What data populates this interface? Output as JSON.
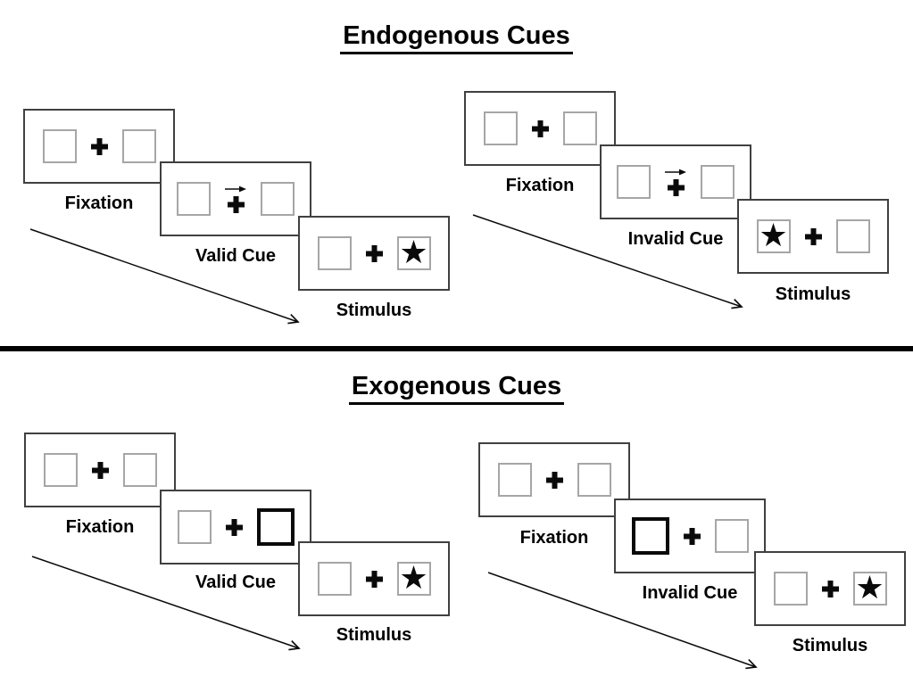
{
  "sections": [
    {
      "title": "Endogenous Cues",
      "panels": [
        {
          "name": "valid",
          "steps": [
            {
              "label": "Fixation",
              "type": "fixation"
            },
            {
              "label": "Valid Cue",
              "type": "endogenous-cue",
              "cue_direction": "right"
            },
            {
              "label": "Stimulus",
              "type": "stimulus",
              "star_side": "right"
            }
          ]
        },
        {
          "name": "invalid",
          "steps": [
            {
              "label": "Fixation",
              "type": "fixation"
            },
            {
              "label": "Invalid Cue",
              "type": "endogenous-cue",
              "cue_direction": "right"
            },
            {
              "label": "Stimulus",
              "type": "stimulus",
              "star_side": "left"
            }
          ]
        }
      ]
    },
    {
      "title": "Exogenous Cues",
      "panels": [
        {
          "name": "valid",
          "steps": [
            {
              "label": "Fixation",
              "type": "fixation"
            },
            {
              "label": "Valid Cue",
              "type": "exogenous-cue",
              "cue_side": "right"
            },
            {
              "label": "Stimulus",
              "type": "stimulus",
              "star_side": "right"
            }
          ]
        },
        {
          "name": "invalid",
          "steps": [
            {
              "label": "Fixation",
              "type": "fixation"
            },
            {
              "label": "Invalid Cue",
              "type": "exogenous-cue",
              "cue_side": "left"
            },
            {
              "label": "Stimulus",
              "type": "stimulus",
              "star_side": "right"
            }
          ]
        }
      ]
    }
  ],
  "glyphs": {
    "star": "★"
  },
  "colors": {
    "ink": "#000000",
    "card_border": "#404040",
    "square_border": "#a6a6a6",
    "cue_highlight": "#000000",
    "background": "#ffffff"
  }
}
